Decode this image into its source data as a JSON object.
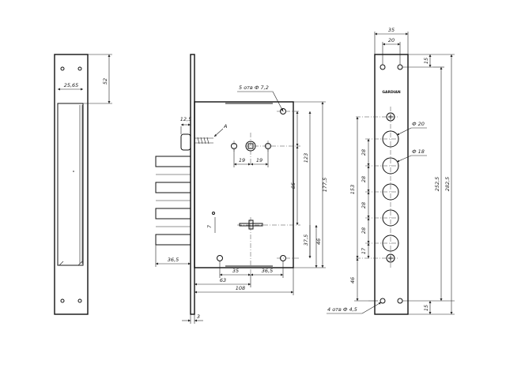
{
  "drawing": {
    "brand_text": "GARDIAN",
    "left_view": {
      "dim_52": "52",
      "dim_2565": "25,65"
    },
    "body_view": {
      "callout_holes": "5 отв Ф 7,2",
      "label_a": "A",
      "dim_125": "12,5",
      "dim_19a": "19",
      "dim_19b": "19",
      "dim_123": "123",
      "dim_85": "85",
      "dim_1775": "177,5",
      "dim_375": "37,5",
      "dim_46": "46",
      "dim_7": "7",
      "dim_365_left": "36,5",
      "dim_35": "35",
      "dim_365_right": "36,5",
      "dim_63": "63",
      "dim_108": "108",
      "dim_3": "3"
    },
    "front_view": {
      "dim_35": "35",
      "dim_20": "20",
      "dim_15_top": "15",
      "dim_15_bottom": "15",
      "dia_20": "Ф 20",
      "dia_18": "Ф 18",
      "dim_28a": "28",
      "dim_28b": "28",
      "dim_28c": "28",
      "dim_28d": "28",
      "dim_153": "153",
      "dim_17": "17",
      "dim_46": "46",
      "dim_2525": "252,5",
      "dim_2825": "282,5",
      "callout_holes": "4 отв Ф 4,5"
    }
  }
}
